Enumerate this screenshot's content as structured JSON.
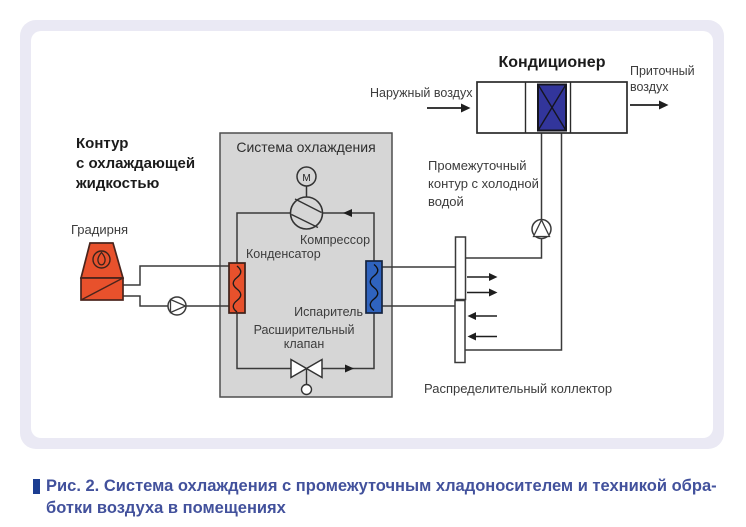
{
  "colors": {
    "panel_outer": "#d5d2e5",
    "panel_inner": "#eae9f4",
    "card_background": "#ffffff",
    "hot_red": "#e8512c",
    "cold_blue": "#2f63be",
    "coil_indigo": "#32359b",
    "system_box_gray": "#d6d6d6",
    "line_dark": "#3a3a3a",
    "caption_text_blue": "#42519c",
    "caption_bullet_blue": "#1b3d91"
  },
  "conditioner": {
    "title": "Кондиционер",
    "outside_air_label": "Наружный воздух",
    "supply_air_label": "Приточный\nвоздух",
    "intermediate_circuit_label": "Промежуточный\nконтур с холодной\nводой"
  },
  "cooling_system": {
    "title": "Система охлаждения",
    "motor_label": "М",
    "compressor_label": "Компрессор",
    "condenser_label": "Конденсатор",
    "evaporator_label": "Испаритель",
    "expansion_valve_label": "Расширительный\nклапан"
  },
  "coolant_circuit": {
    "title": "Контур\nс охлаждающей\nжидкостью",
    "tower_label": "Градирня"
  },
  "manifold": {
    "label": "Распределительный коллектор"
  },
  "caption": {
    "figure_text": "Рис. 2. Система охлаждения с промежуточным хладоносителем и техникой обра-\nботки воздуха в помещениях"
  }
}
